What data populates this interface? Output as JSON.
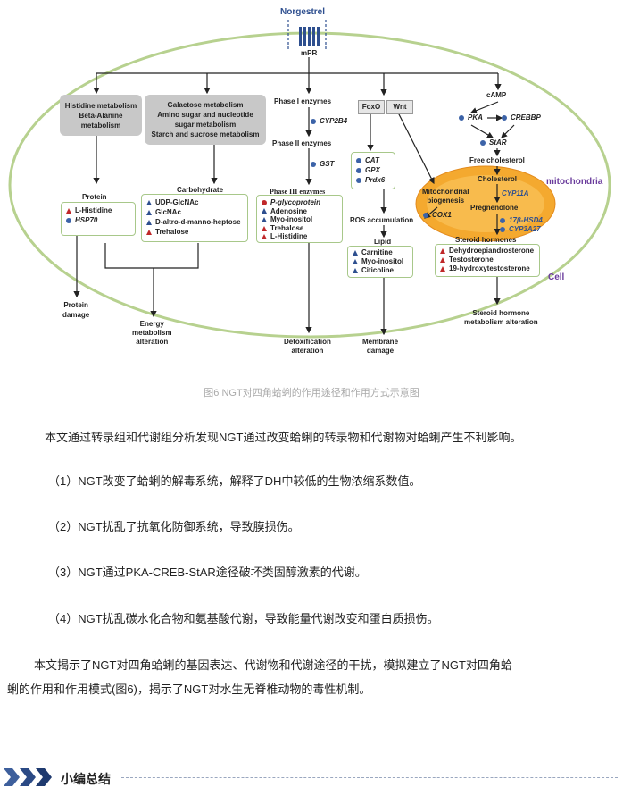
{
  "figure": {
    "norgestrel": "Norgestrel",
    "mpr": "mPR",
    "gray1": [
      "Histidine metabolism",
      "Beta-Alanine",
      "metabolism"
    ],
    "gray2": [
      "Galactose metabolism",
      "Amino sugar and nucleotide",
      "sugar metabolism",
      "Starch and sucrose metabolism"
    ],
    "phase1": "Phase I enzymes",
    "cyp2b4": "CYP2B4",
    "phase2": "Phase II enzymes",
    "gst": "GST",
    "phase3": "Phase III enzymes",
    "foxo": "FoxO",
    "wnt": "Wnt",
    "camp": "cAMP",
    "pka": "PKA",
    "crebbp": "CREBBP",
    "star": "StAR",
    "free_chol": "Free cholesterol",
    "mito_label": "mitochondria",
    "cholesterol": "Cholesterol",
    "cyp11a": "CYP11A",
    "pregnenolone": "Pregnenolone",
    "hsd": "17β-HSD4",
    "cyp3a27": "CYP3A27",
    "mito_bio": [
      "Mitochondrial",
      "biogenesis"
    ],
    "cox1": "COX1",
    "ros": "ROS accumulation",
    "lipid": "Lipid",
    "steroid_h": "Steroid hormones",
    "cell": "Cell",
    "protein": "Protein",
    "carbohydrate": "Carbohydrate",
    "protein_items": [
      "L-Histidine",
      "HSP70"
    ],
    "carb_items": [
      "UDP-GlcNAc",
      "GlcNAc",
      "D-altro-d-manno-heptose",
      "Trehalose"
    ],
    "phase3_items": [
      "P-glycoprotein",
      "Adenosine",
      "Myo-inositol",
      "Trehalose",
      "L-Histidine"
    ],
    "oxid_items": [
      "CAT",
      "GPX",
      "Prdx6"
    ],
    "lipid_items": [
      "Carnitine",
      "Myo-inositol",
      "Citicoline"
    ],
    "steroid_items": [
      "Dehydroepiandrosterone",
      "Testosterone",
      "19-hydroxytestosterone"
    ],
    "out_protein": [
      "Protein",
      "damage"
    ],
    "out_energy": [
      "Energy",
      "metabolism",
      "alteration"
    ],
    "out_detox": [
      "Detoxification",
      "alteration"
    ],
    "out_membrane": [
      "Membrane",
      "damage"
    ],
    "out_steroid": [
      "Steroid hormone",
      "metabolism alteration"
    ]
  },
  "caption": "图6 NGT对四角蛤蜊的作用途径和作用方式示意图",
  "paragraphs": {
    "p1": "本文通过转录组和代谢组分析发现NGT通过改变蛤蜊的转录物和代谢物对蛤蜊产生不利影响。",
    "p2": "（1）NGT改变了蛤蜊的解毒系统，解释了DH中较低的生物浓缩系数值。",
    "p3": "（2）NGT扰乱了抗氧化防御系统，导致膜损伤。",
    "p4": "（3）NGT通过PKA-CREB-StAR途径破坏类固醇激素的代谢。",
    "p5": "（4）NGT扰乱碳水化合物和氨基酸代谢，导致能量代谢改变和蛋白质损伤。",
    "p6_line1": "本文揭示了NGT对四角蛤蜊的基因表达、代谢物和代谢途径的干扰，模拟建立了NGT对四角蛤",
    "p6_line2": "蜊的作用和作用模式(图6)，揭示了NGT对水生无脊椎动物的毒性机制。"
  },
  "footer": {
    "title": "小编总结"
  },
  "colors": {
    "cell_border": "#b7d18f",
    "mito_fill": "#f4a92f",
    "up": "#c0282a",
    "down": "#2e4f8f",
    "caption": "#a9a9a9"
  }
}
